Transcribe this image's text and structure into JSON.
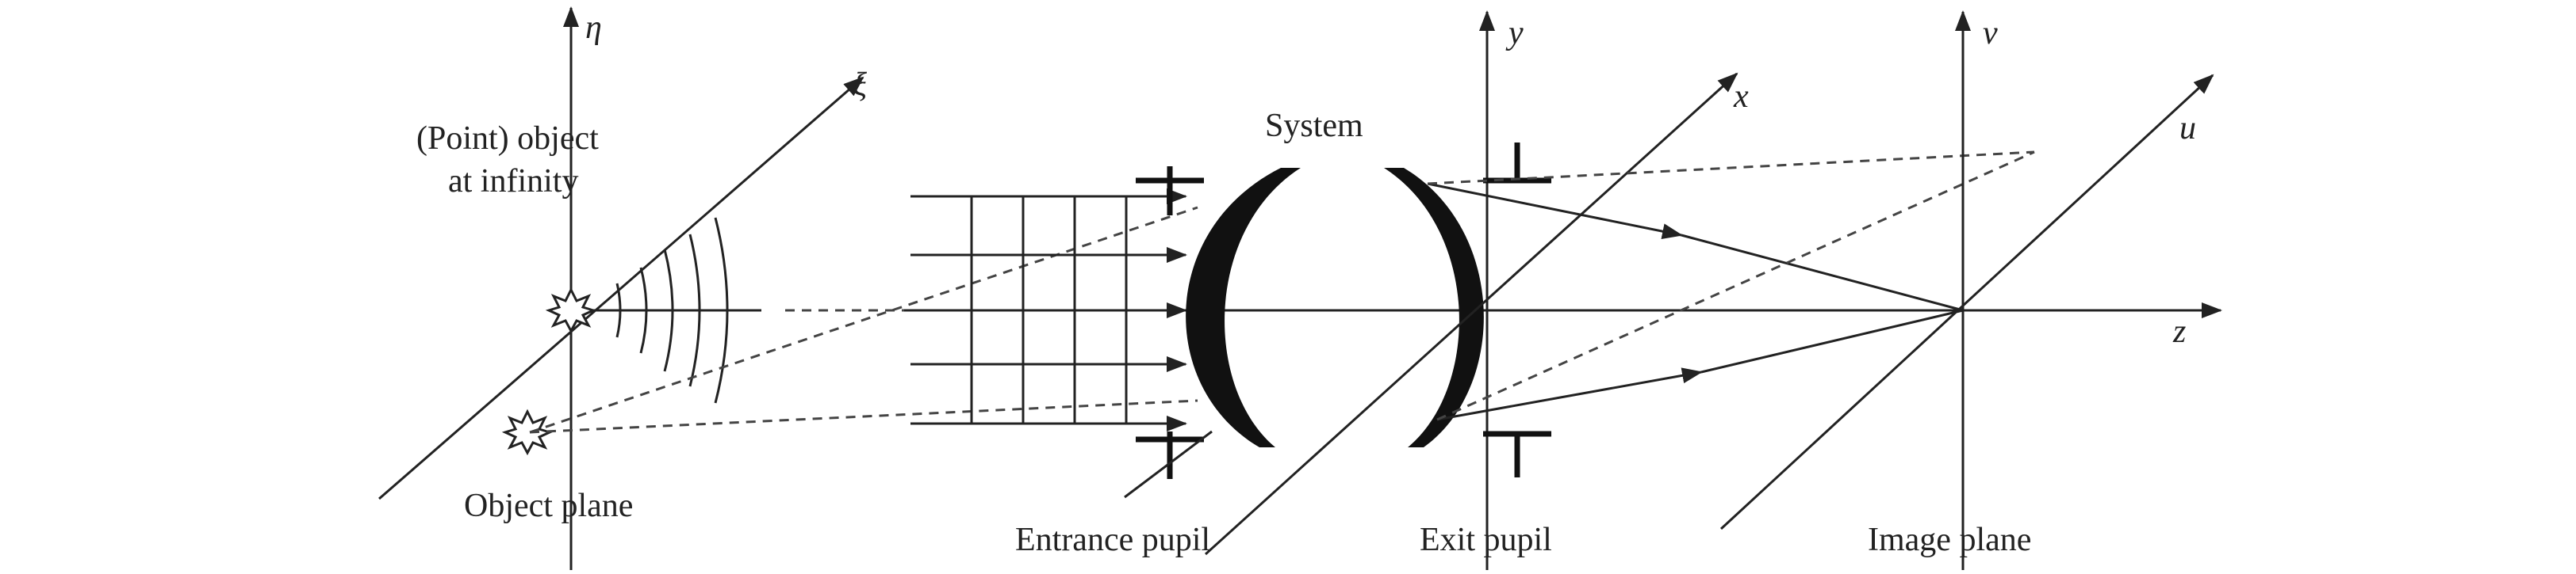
{
  "labels": {
    "point_object_line1": "(Point) object",
    "point_object_line2": "at infinity",
    "system": "System",
    "object_plane": "Object plane",
    "entrance_pupil": "Entrance pupil",
    "exit_pupil": "Exit pupil",
    "image_plane": "Image plane"
  },
  "axes": {
    "eta": "η",
    "xi": "ξ",
    "y": "y",
    "x": "x",
    "v": "v",
    "u": "u",
    "z": "z"
  },
  "colors": {
    "ink": "#222222",
    "background": "#ffffff"
  }
}
